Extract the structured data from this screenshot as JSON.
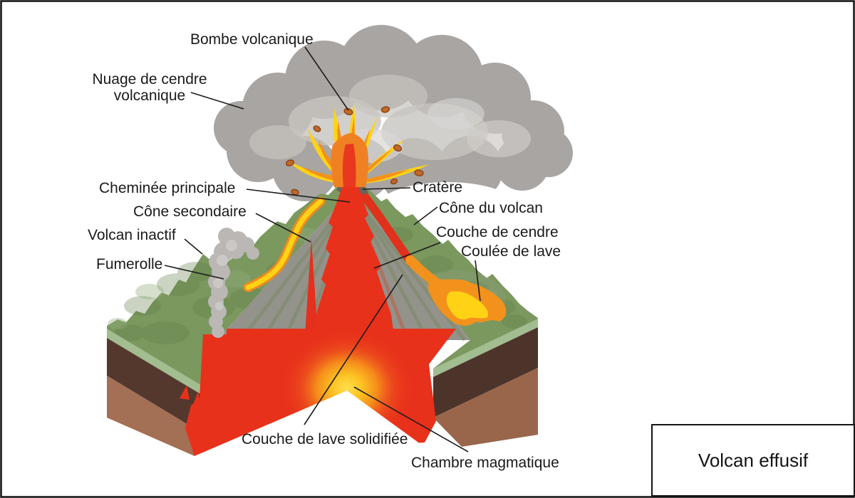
{
  "figure": {
    "type": "annotated-diagram",
    "subject": "Coupe d'un volcan effusif",
    "caption_box": {
      "label": "Volcan effusif"
    },
    "labels": {
      "bombe_volcanique": "Bombe volcanique",
      "nuage_de_cendre": "Nuage de cendre volcanique",
      "cheminee_principale": "Cheminée principale",
      "cone_secondaire": "Cône secondaire",
      "volcan_inactif": "Volcan inactif",
      "fumerolle": "Fumerolle",
      "cratere": "Cratère",
      "cone_du_volcan": "Cône du volcan",
      "couche_de_cendre": "Couche de cendre",
      "coulee_de_lave": "Coulée de lave",
      "couche_de_lave_solidifiee": "Couche de lave solidifiée",
      "chambre_magmatique": "Chambre magmatique"
    },
    "colors": {
      "lava_red": "#e8311b",
      "lava_orange": "#f2911c",
      "lava_yellow": "#ffd216",
      "ash_cloud": "#a8a5a2",
      "vegetation": "#7b985f",
      "grass_edge": "#a2bd90",
      "soil_dark": "#54382e",
      "soil_light": "#a36f55",
      "cone_interior_gray": "#93928b",
      "smoke": "#bab7b5",
      "ink": "#1a1a1a"
    }
  }
}
